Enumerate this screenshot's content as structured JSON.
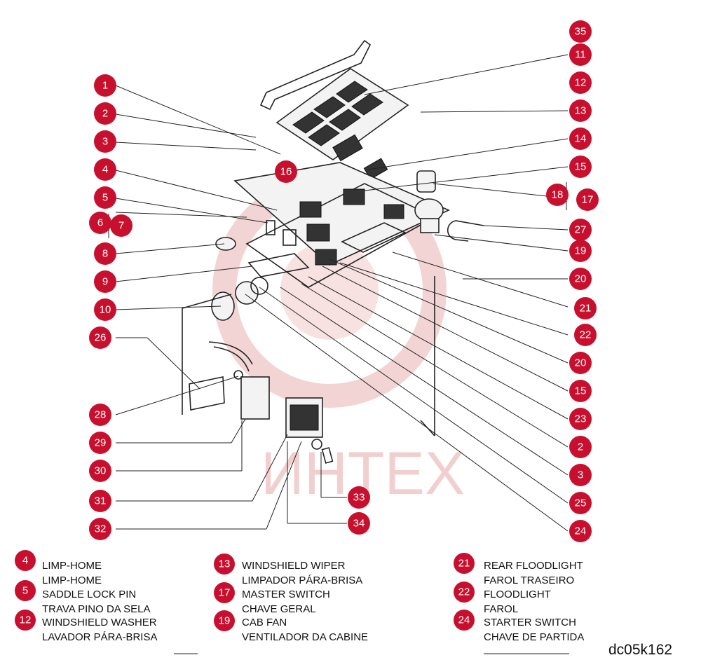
{
  "colors": {
    "badge": "#c8102e",
    "watermark": "#e8a9a9",
    "line": "#222222"
  },
  "watermark": {
    "text": "ИНТЕХ"
  },
  "reference_code": "dc05k162",
  "callouts_left": [
    "1",
    "2",
    "3",
    "4",
    "5",
    "6",
    "7",
    "8",
    "9",
    "10",
    "26",
    "28",
    "29",
    "30",
    "31",
    "32"
  ],
  "callouts_right": [
    "35",
    "11",
    "12",
    "13",
    "14",
    "15",
    "18",
    "17",
    "27",
    "19",
    "20",
    "21",
    "22",
    "20",
    "15",
    "23",
    "2",
    "3",
    "25",
    "24"
  ],
  "callouts_inner": [
    "16",
    "33",
    "34"
  ],
  "legend": [
    {
      "number": "4",
      "en": "LIMP-HOME",
      "pt": "LIMP-HOME"
    },
    {
      "number": "5",
      "en": "SADDLE LOCK PIN",
      "pt": "TRAVA PINO DA SELA"
    },
    {
      "number": "12",
      "en": "WINDSHIELD WASHER",
      "pt": "LAVADOR PÁRA-BRISA"
    },
    {
      "number": "13",
      "en": "WINDSHIELD WIPER",
      "pt": "LIMPADOR PÁRA-BRISA"
    },
    {
      "number": "17",
      "en": "MASTER SWITCH",
      "pt": "CHAVE GERAL"
    },
    {
      "number": "19",
      "en": "CAB FAN",
      "pt": "VENTILADOR DA CABINE"
    },
    {
      "number": "21",
      "en": "REAR FLOODLIGHT",
      "pt": "FAROL TRASEIRO"
    },
    {
      "number": "22",
      "en": "FLOODLIGHT",
      "pt": "FAROL"
    },
    {
      "number": "24",
      "en": "STARTER SWITCH",
      "pt": "CHAVE DE PARTIDA"
    }
  ]
}
